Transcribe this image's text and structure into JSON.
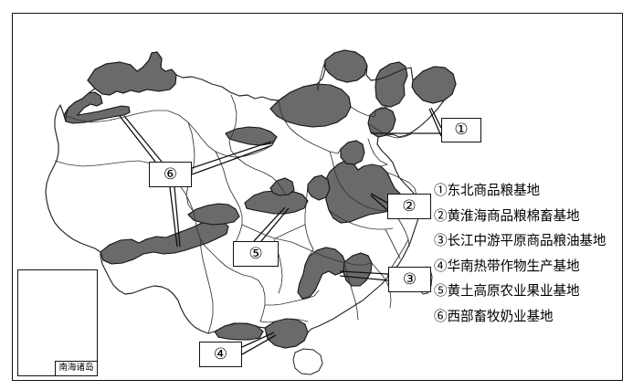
{
  "figure": {
    "type": "thematic-map",
    "region": "China",
    "title": ""
  },
  "legend": {
    "entries": [
      {
        "marker": "①",
        "label": "①东北商品粮基地"
      },
      {
        "marker": "②",
        "label": "②黄淮海商品粮棉畜基地"
      },
      {
        "marker": "③",
        "label": "③长江中游平原商品粮油基地"
      },
      {
        "marker": "④",
        "label": "④华南热带作物生产基地"
      },
      {
        "marker": "⑤",
        "label": "⑤黄土高原农业果业基地"
      },
      {
        "marker": "⑥",
        "label": "⑥西部畜牧奶业基地"
      }
    ]
  },
  "callouts": {
    "c1": "①",
    "c2": "②",
    "c3": "③",
    "c4": "④",
    "c5": "⑤",
    "c6": "⑥"
  },
  "inset": {
    "label": "南海诸岛"
  },
  "colors": {
    "shaded_region_fill": "#6a6a6a",
    "province_border": "#222222",
    "national_border": "#111111",
    "frame": "#111111",
    "background": "#ffffff"
  }
}
